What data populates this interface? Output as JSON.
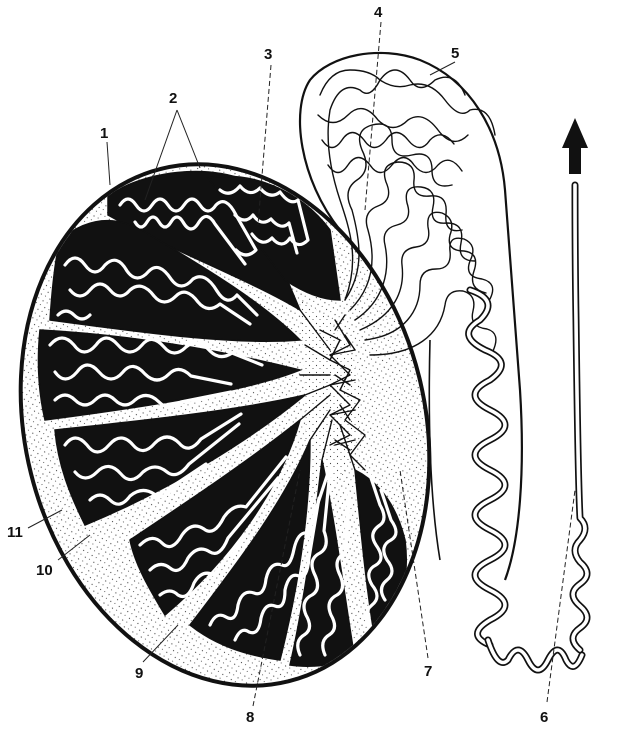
{
  "figure": {
    "labels": {
      "l1": "1",
      "l2": "2",
      "l3": "3",
      "l4": "4",
      "l5": "5",
      "l6": "6",
      "l7": "7",
      "l8": "8",
      "l9": "9",
      "l10": "10",
      "l11": "11"
    },
    "colors": {
      "ink": "#111111",
      "paper": "#ffffff",
      "stipple": "#444444"
    }
  }
}
